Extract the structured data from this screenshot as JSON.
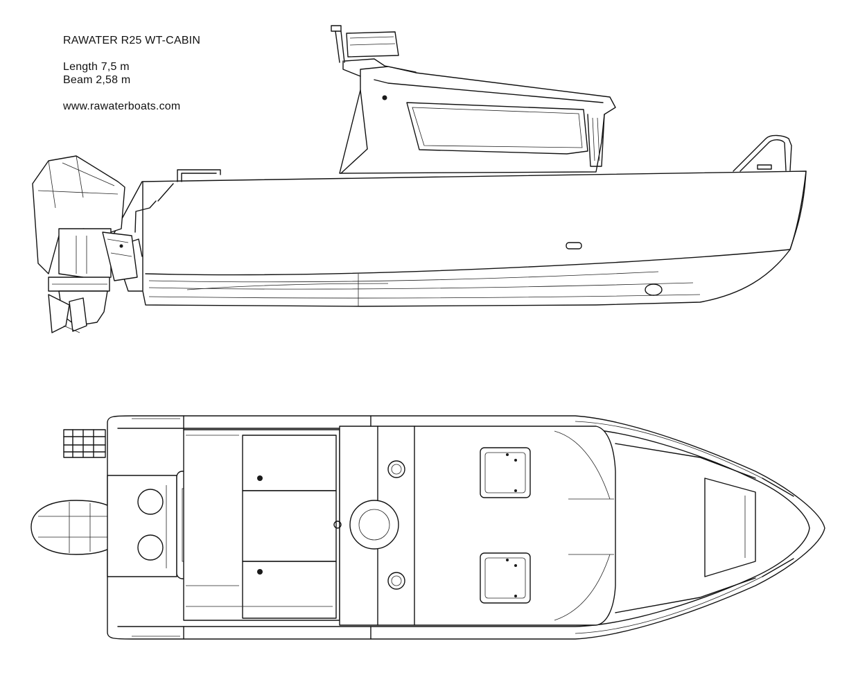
{
  "title": "RAWATER R25 WT-CABIN",
  "specs": {
    "length": "Length 7,5 m",
    "beam": "Beam 2,58 m"
  },
  "website": "www.rawaterboats.com",
  "views": {
    "side": "side-profile",
    "top": "plan-view"
  },
  "colors": {
    "line": "#111111",
    "background": "#ffffff"
  }
}
